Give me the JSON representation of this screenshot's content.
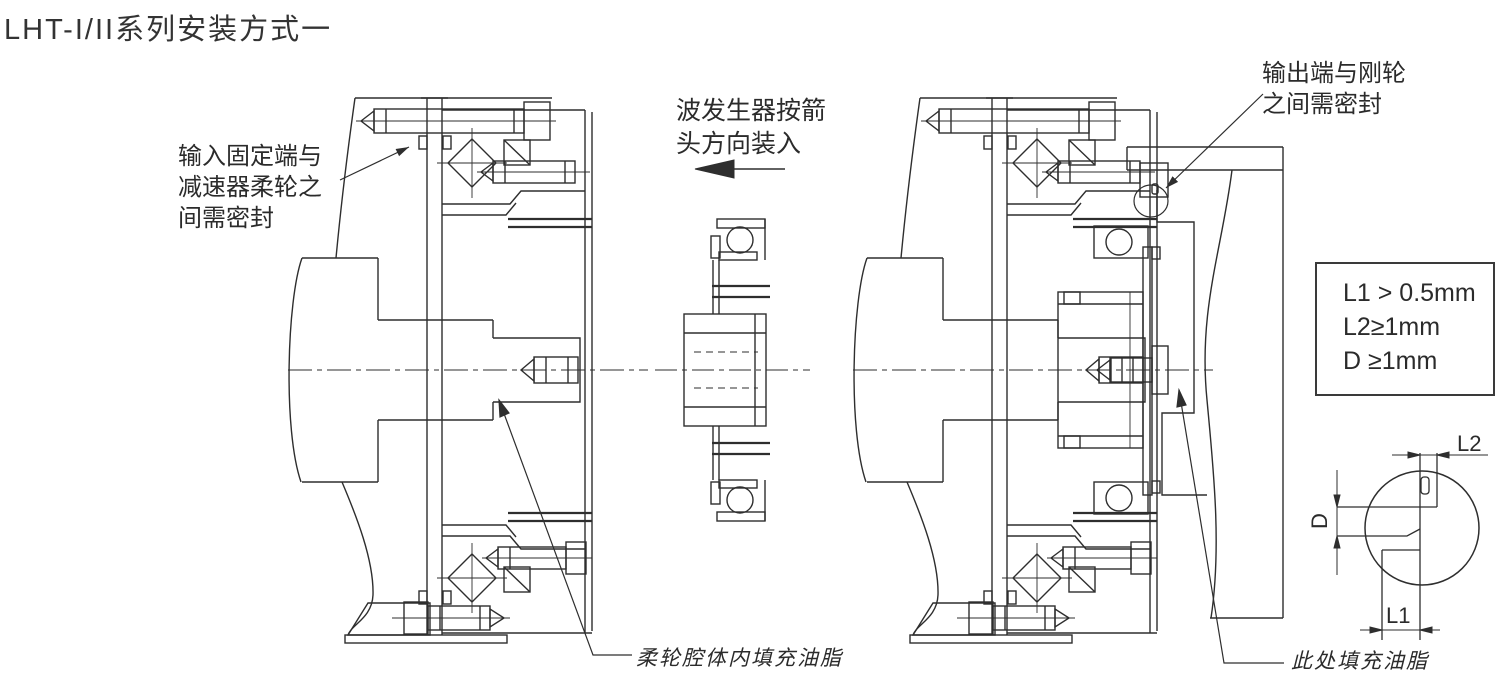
{
  "title": "LHT-I/II系列安装方式一",
  "annotations": {
    "input_seal": {
      "lines": [
        "输入固定端与",
        "减速器柔轮之",
        "间需密封"
      ]
    },
    "wave_install": {
      "lines": [
        "波发生器按箭",
        "头方向装入"
      ]
    },
    "output_seal": {
      "lines": [
        "输出端与刚轮",
        "之间需密封"
      ]
    },
    "flexspline_grease": "柔轮腔体内填充油脂",
    "here_grease": "此处填充油脂"
  },
  "spec_box": {
    "lines": [
      "L1 > 0.5mm",
      "L2≥1mm",
      "D ≥1mm"
    ]
  },
  "dimension_labels": {
    "l1": "L1",
    "l2": "L2",
    "d": "D"
  },
  "colors": {
    "line": "#2e2e2e",
    "text": "#2b2b2b",
    "background": "#ffffff"
  }
}
